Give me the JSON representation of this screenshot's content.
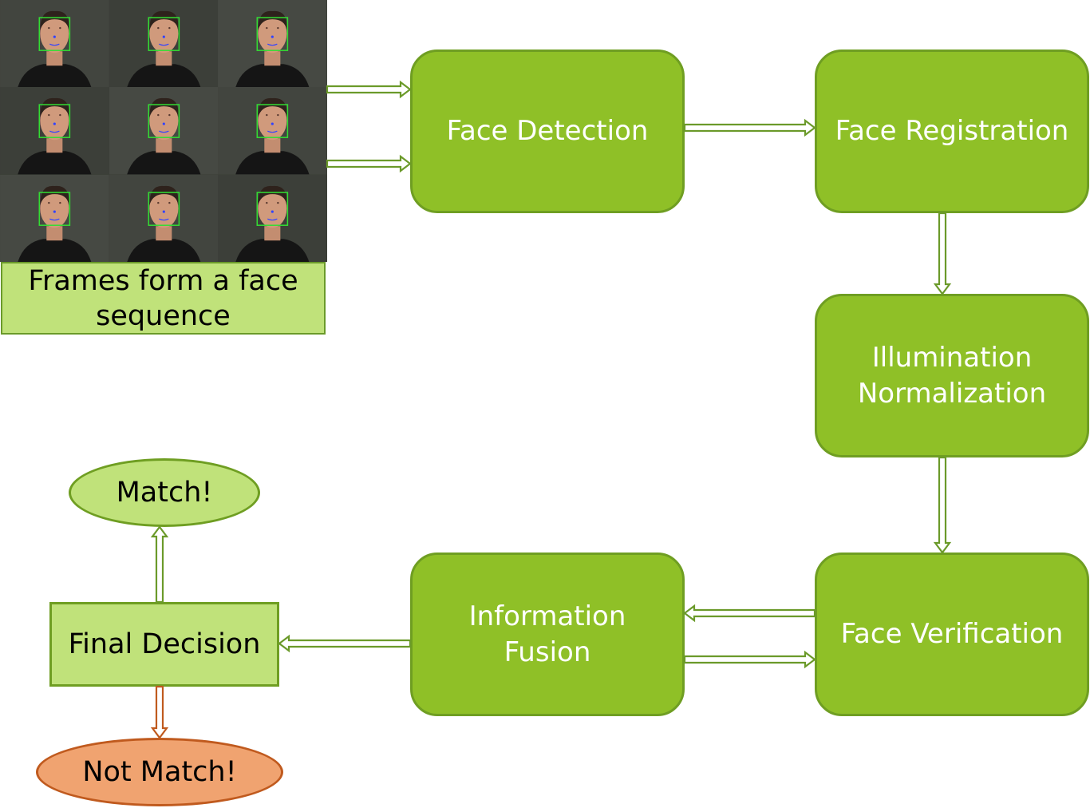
{
  "frames": {
    "rows": 3,
    "cols": 3,
    "caption": "Frames form a face sequence"
  },
  "steps": {
    "face_detection": "Face Detection",
    "face_registration": "Face Registration",
    "illumination": "Illumination Normalization",
    "face_verification": "Face Verification",
    "information_fusion": "Information Fusion"
  },
  "decision": {
    "label": "Final Decision",
    "match": "Match!",
    "not_match": "Not Match!"
  },
  "colors": {
    "step_fill": "#8fc027",
    "step_border": "#6f9e22",
    "light_fill": "#c0e27a",
    "match_fill": "#c0e27a",
    "not_match_fill": "#f0a370",
    "not_match_border": "#c05a1e",
    "arrow_green": "#6b9a2a",
    "arrow_orange": "#c05a1e",
    "face_box": "#33dd33",
    "landmark": "#3344ff"
  }
}
